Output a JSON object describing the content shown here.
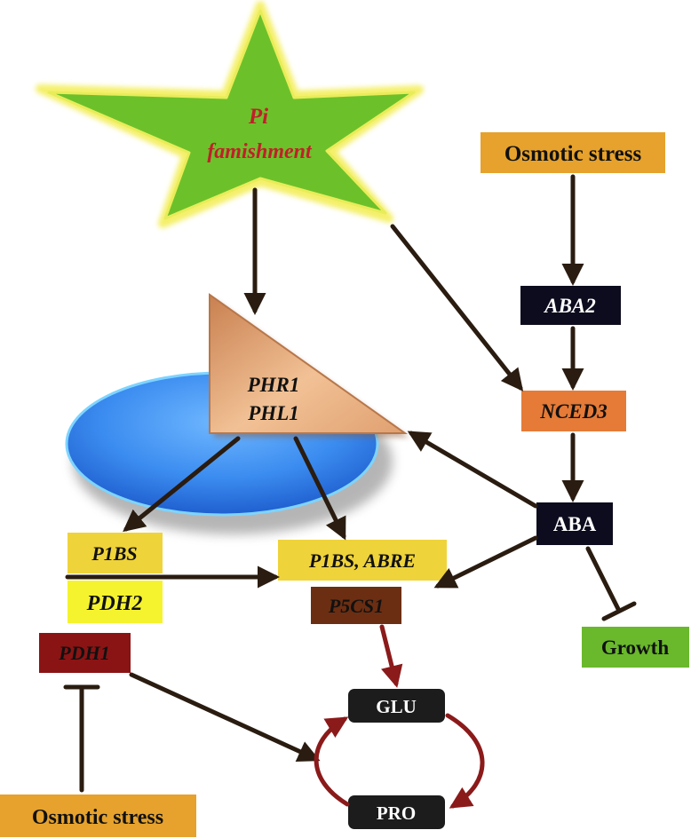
{
  "star": {
    "line1": "Pi",
    "line2": "famishment"
  },
  "receptor": {
    "line1": "PHR1",
    "line2": "PHL1"
  },
  "nodes": {
    "osmotic_stress_top": "Osmotic stress",
    "aba2": "ABA2",
    "nced3": "NCED3",
    "aba": "ABA",
    "growth": "Growth",
    "p1bs": "P1BS",
    "pdh2": "PDH2",
    "p1bs_abre": "P1BS, ABRE",
    "p5cs1": "P5CS1",
    "pdh1": "PDH1",
    "glu": "GLU",
    "pro": "PRO",
    "osmotic_stress_bottom": "Osmotic stress"
  },
  "colors": {
    "star_fill": "#6cc12a",
    "star_glow": "#f4f06a",
    "star_text": "#c0202a",
    "ellipse": "#3b8cf0",
    "triangle": "#e6a570",
    "orange_box": "#e6a22c",
    "dark_box": "#0c0c1e",
    "nced3_box": "#e57b37",
    "yellow_box": "#efd33a",
    "bright_yellow_box": "#f5f32e",
    "brown_box": "#6b2e12",
    "red_box": "#8a1414",
    "green_box": "#6ab82c",
    "black_box": "#1c1c1c",
    "arrow": "#2a1c10",
    "red_arrow": "#8b1a1a"
  }
}
